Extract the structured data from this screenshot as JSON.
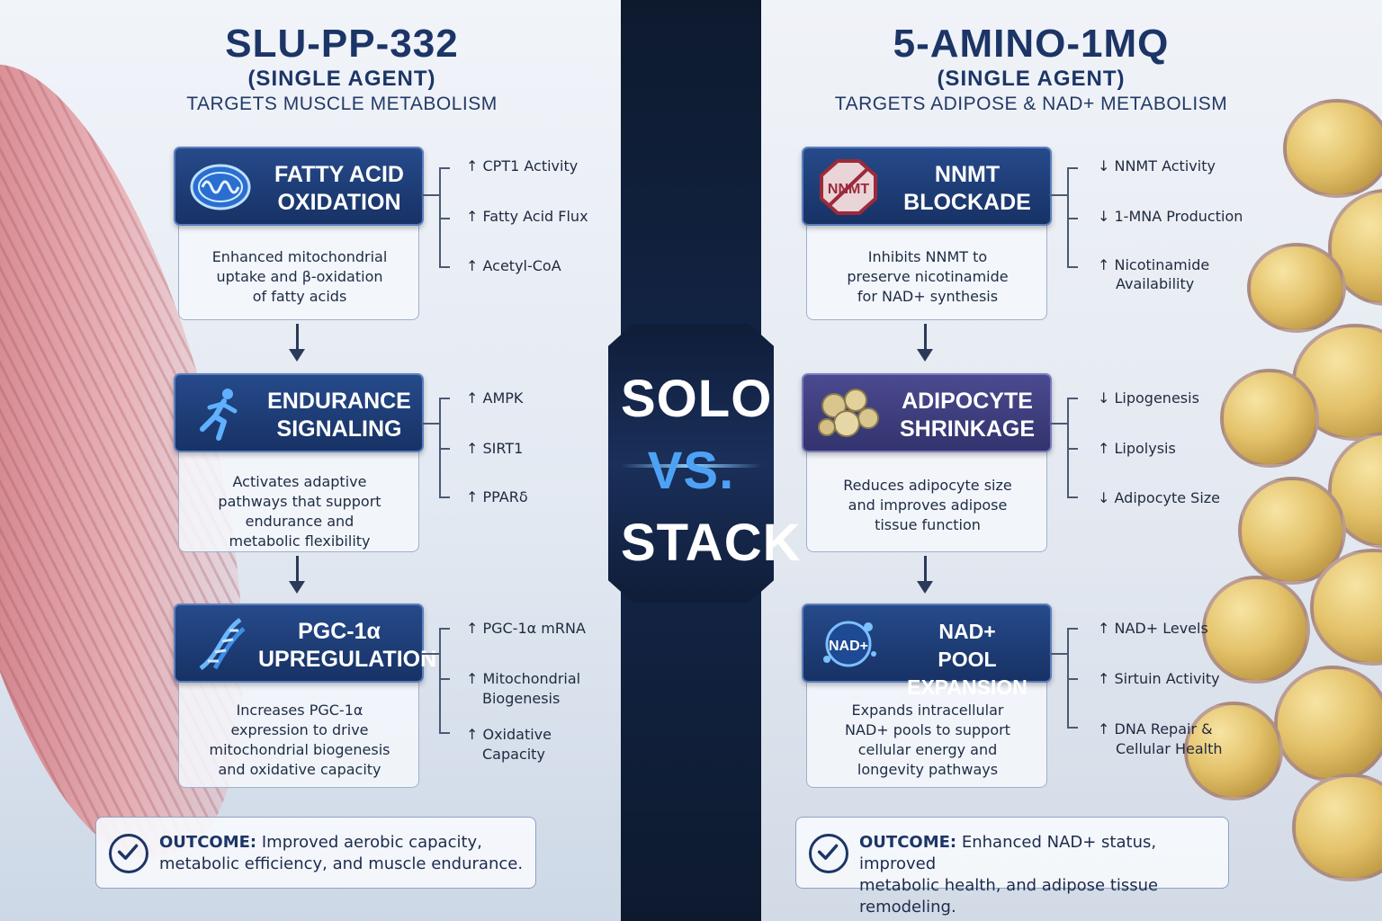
{
  "center": {
    "solo": "SOLO",
    "vs": "VS.",
    "stack": "STACK"
  },
  "left": {
    "title": "SLU-PP-332",
    "subtitle": "(SINGLE AGENT)",
    "target": "TARGETS MUSCLE METABOLISM",
    "steps": [
      {
        "title_lines": [
          "FATTY ACID",
          "OXIDATION"
        ],
        "icon": "mitochondria-icon",
        "desc_lines": [
          "Enhanced mitochondrial",
          "uptake and β-oxidation",
          "of fatty acids"
        ],
        "effects": [
          "↑ CPT1 Activity",
          "↑ Fatty Acid Flux",
          "↑ Acetyl-CoA"
        ]
      },
      {
        "title_lines": [
          "ENDURANCE",
          "SIGNALING"
        ],
        "icon": "runner-icon",
        "desc_lines": [
          "Activates adaptive",
          "pathways that support",
          "endurance and",
          "metabolic flexibility"
        ],
        "effects": [
          "↑ AMPK",
          "↑ SIRT1",
          "↑ PPARδ"
        ]
      },
      {
        "title_lines": [
          "PGC-1α",
          "UPREGULATION"
        ],
        "icon": "dna-icon",
        "desc_lines": [
          "Increases PGC-1α",
          "expression to drive",
          "mitochondrial biogenesis",
          "and oxidative capacity"
        ],
        "effects": [
          "↑ PGC-1α mRNA",
          "↑ Mitochondrial",
          "Biogenesis",
          "↑ Oxidative",
          "Capacity"
        ]
      }
    ],
    "outcome_label": "OUTCOME:",
    "outcome_lines": [
      "Improved aerobic capacity,",
      "metabolic efficiency, and muscle endurance."
    ]
  },
  "right": {
    "title": "5-AMINO-1MQ",
    "subtitle": "(SINGLE AGENT)",
    "target": "TARGETS ADIPOSE & NAD+ METABOLISM",
    "steps": [
      {
        "title_lines": [
          "NNMT",
          "BLOCKADE"
        ],
        "icon": "stop-sign-icon",
        "icon_text": "NNMT",
        "desc_lines": [
          "Inhibits NNMT to",
          "preserve nicotinamide",
          "for NAD+ synthesis"
        ],
        "effects": [
          "↓ NNMT Activity",
          "↓ 1-MNA Production",
          "↑ Nicotinamide",
          "Availability"
        ]
      },
      {
        "title_lines": [
          "ADIPOCYTE",
          "SHRINKAGE"
        ],
        "icon": "fat-cells-icon",
        "desc_lines": [
          "Reduces adipocyte size",
          "and improves adipose",
          "tissue function"
        ],
        "effects": [
          "↓ Lipogenesis",
          "↑ Lipolysis",
          "↓ Adipocyte Size"
        ]
      },
      {
        "title_lines": [
          "NAD+",
          "POOL EXPANSION"
        ],
        "icon": "nad-molecule-icon",
        "icon_text": "NAD+",
        "desc_lines": [
          "Expands intracellular",
          "NAD+ pools to support",
          "cellular energy and",
          "longevity pathways"
        ],
        "effects": [
          "↑ NAD+ Levels",
          "↑ Sirtuin Activity",
          "↑ DNA Repair &",
          "Cellular Health"
        ]
      }
    ],
    "outcome_label": "OUTCOME:",
    "outcome_lines": [
      "Enhanced NAD+ status, improved",
      "metabolic health, and adipose tissue remodeling."
    ]
  }
}
